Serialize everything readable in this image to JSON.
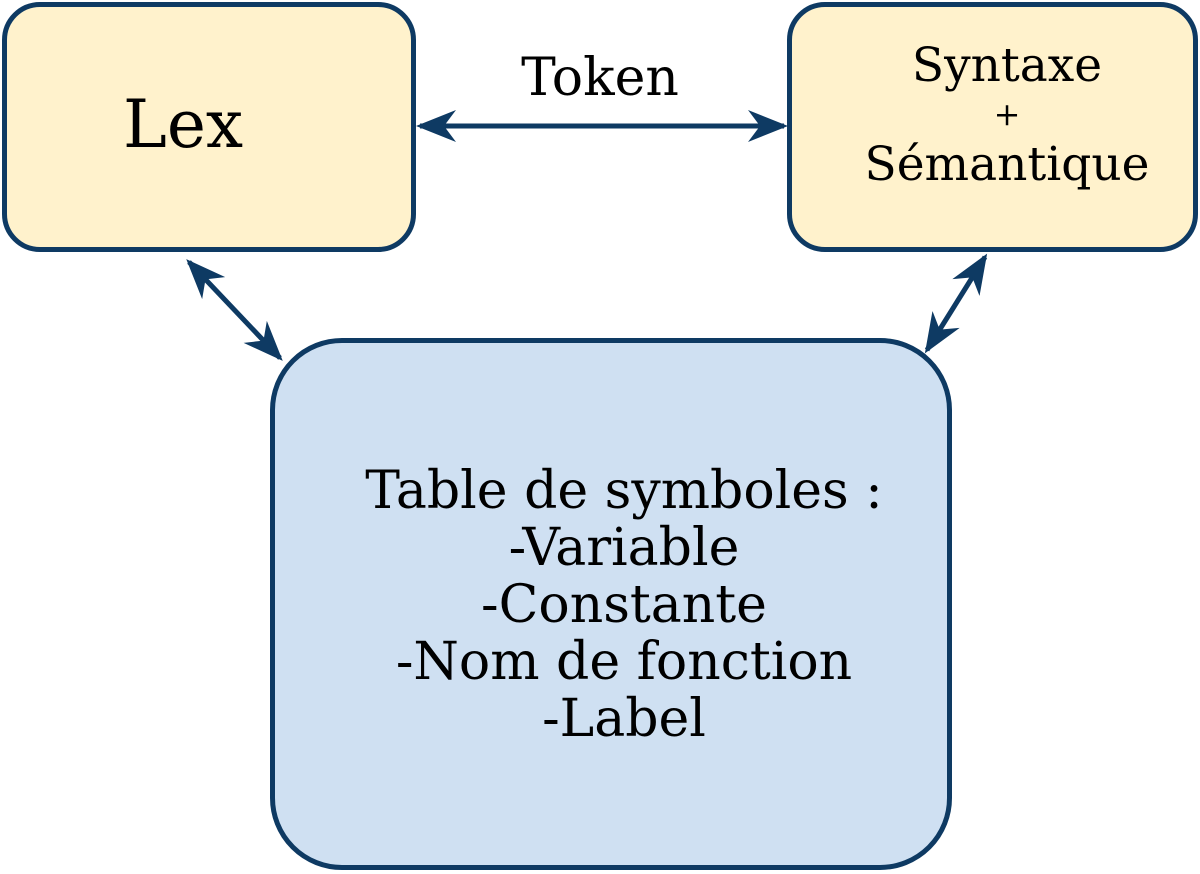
{
  "nodes": {
    "lex": {
      "label": "Lex"
    },
    "syntax": {
      "line1": "Syntaxe",
      "line2": "+",
      "line3": "Sémantique"
    },
    "table": {
      "title": "Table de symboles :",
      "items": [
        "-Variable",
        "-Constante",
        "-Nom de fonction",
        "-Label"
      ]
    }
  },
  "edges": {
    "token_label": "Token"
  },
  "colors": {
    "stroke": "#0e3a63",
    "top_node_fill": "#fff2cc",
    "table_node_fill": "#cfe0f2"
  }
}
